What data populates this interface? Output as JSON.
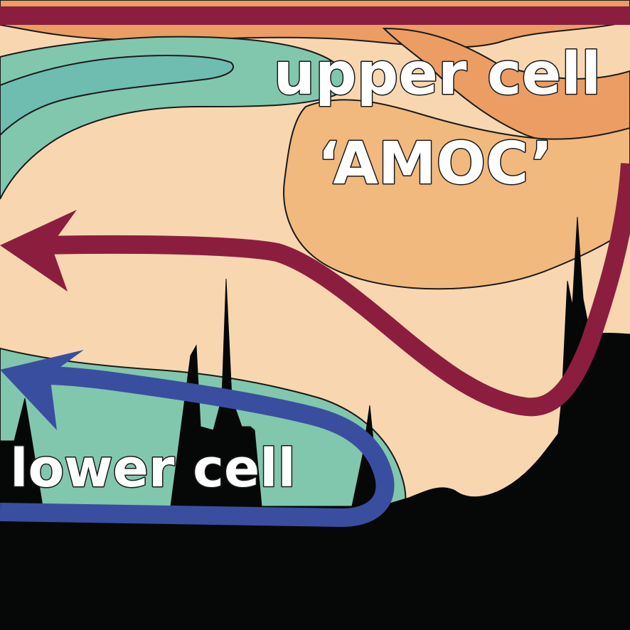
{
  "labels": {
    "upper_line1": "upper cell",
    "upper_line2": "‘AMOC’",
    "lower": "lower cell"
  },
  "colors": {
    "background_light": "#f8d7b0",
    "orange_mid": "#f1b97e",
    "orange_dark": "#eb9d63",
    "teal_light": "#81c7ad",
    "teal_mid": "#6fbcb1",
    "seafloor": "#060808",
    "upper_arrow": "#8b1e3f",
    "lower_arrow": "#3a4ea0",
    "label_fill": "#ffffff",
    "label_outline": "#1a1a1a"
  }
}
